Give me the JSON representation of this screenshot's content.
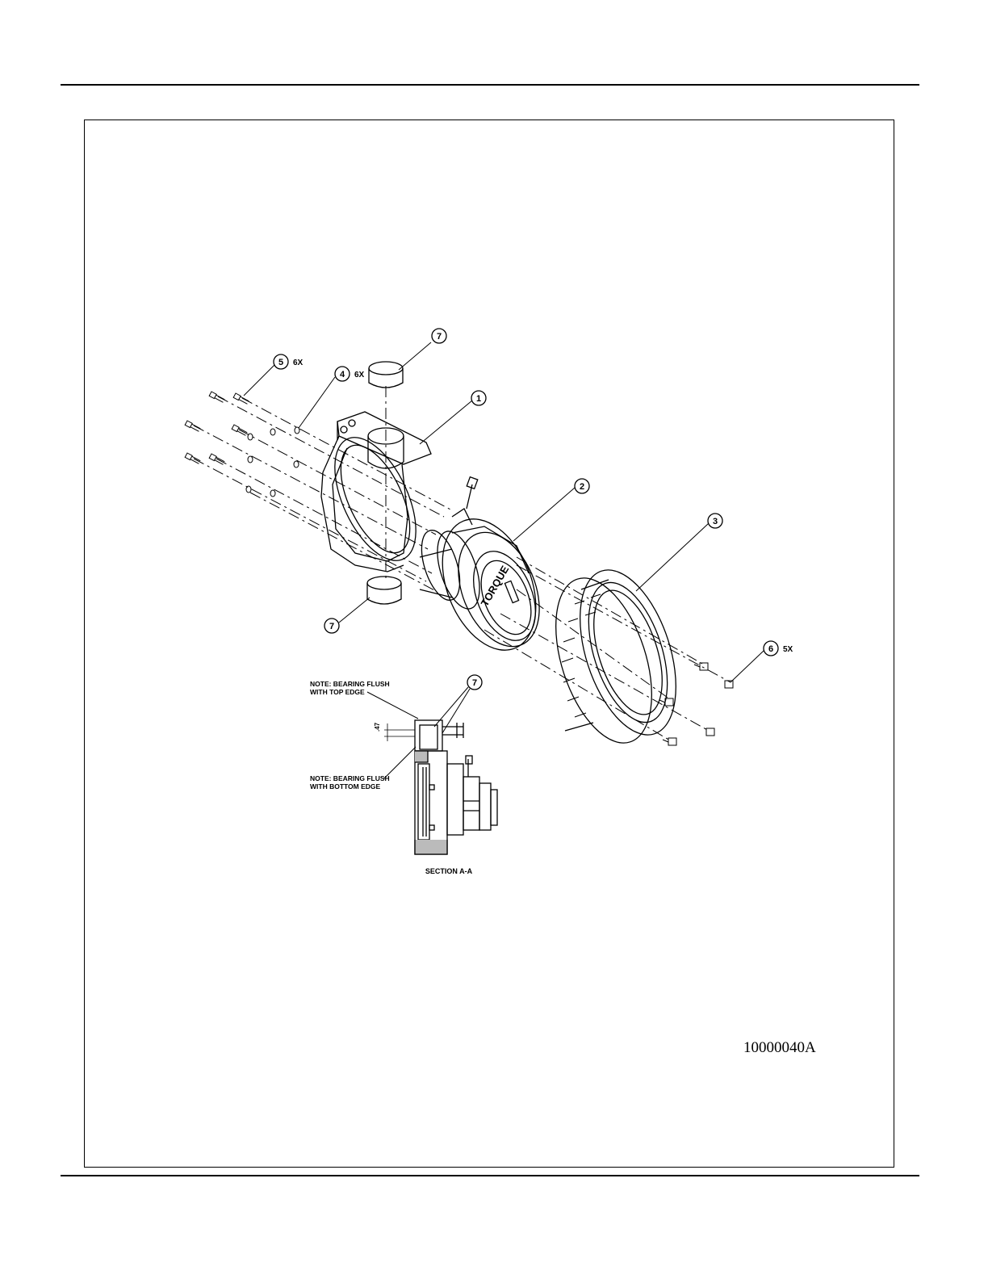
{
  "drawing_number": "10000040A",
  "balloons": [
    {
      "id": "balloon-7-top",
      "label": "7",
      "qty": ""
    },
    {
      "id": "balloon-5",
      "label": "5",
      "qty": "6X"
    },
    {
      "id": "balloon-4",
      "label": "4",
      "qty": "6X"
    },
    {
      "id": "balloon-1",
      "label": "1",
      "qty": ""
    },
    {
      "id": "balloon-2",
      "label": "2",
      "qty": ""
    },
    {
      "id": "balloon-3",
      "label": "3",
      "qty": ""
    },
    {
      "id": "balloon-7-bottom",
      "label": "7",
      "qty": ""
    },
    {
      "id": "balloon-6",
      "label": "6",
      "qty": "5X"
    },
    {
      "id": "balloon-7-section",
      "label": "7",
      "qty": ""
    }
  ],
  "notes": {
    "top_line1": "NOTE: BEARING FLUSH",
    "top_line2": "WITH TOP EDGE",
    "bottom_line1": "NOTE: BEARING FLUSH",
    "bottom_line2": "WITH BOTTOM EDGE",
    "dimension": ".47",
    "section_label": "SECTION A-A"
  }
}
